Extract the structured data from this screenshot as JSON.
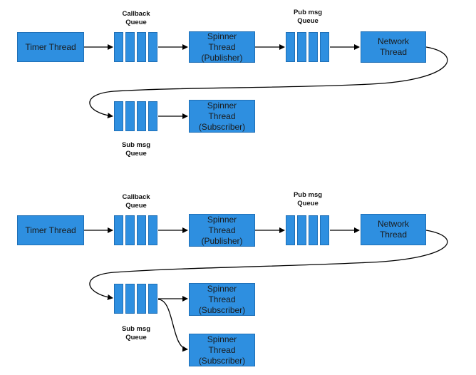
{
  "diagrams": [
    {
      "timer_thread": "Timer Thread",
      "callback_queue_label": "Callback\nQueue",
      "spinner_publisher": "Spinner\nThread\n(Publisher)",
      "pub_queue_label": "Pub msg\nQueue",
      "network_thread": "Network\nThread",
      "sub_queue_label": "Sub msg\nQueue",
      "spinner_subscriber": "Spinner\nThread\n(Subscriber)"
    },
    {
      "timer_thread": "Timer Thread",
      "callback_queue_label": "Callback\nQueue",
      "spinner_publisher": "Spinner\nThread\n(Publisher)",
      "pub_queue_label": "Pub msg\nQueue",
      "network_thread": "Network\nThread",
      "sub_queue_label": "Sub msg\nQueue",
      "spinner_subscriber_1": "Spinner\nThread\n(Subscriber)",
      "spinner_subscriber_2": "Spinner\nThread\n(Subscriber)"
    }
  ],
  "colors": {
    "box_fill": "#2e8fe0",
    "box_border": "#1f6fb6",
    "arrow": "#000000"
  }
}
